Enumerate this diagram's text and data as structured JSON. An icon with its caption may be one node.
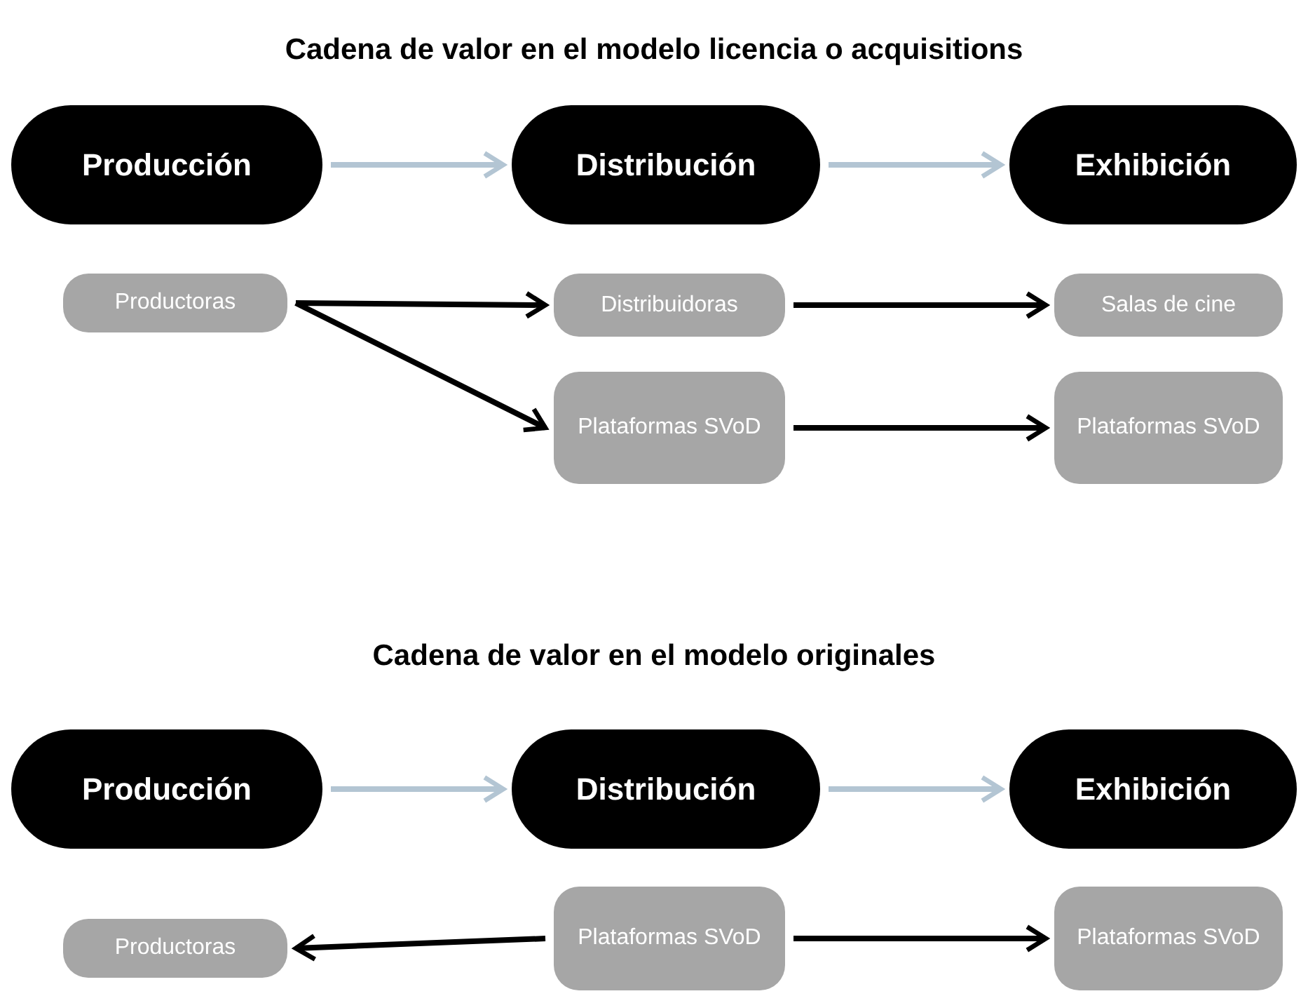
{
  "diagram": {
    "nodes": [
      {
        "text": [
          "Producción"
        ]
      },
      {
        "text": [
          "Distribución"
        ]
      },
      {
        "text": [
          "Exhibición"
        ]
      },
      {
        "text": [
          "Productoras"
        ]
      },
      {
        "text": [
          "Distribuidoras"
        ]
      },
      {
        "text": [
          "Salas de cine"
        ]
      },
      {
        "text": [
          "Plataformas SVoD"
        ]
      },
      {
        "text": [
          "Plataformas SVoD"
        ]
      },
      {
        "text": [
          "Producción"
        ]
      },
      {
        "text": [
          "Distribución"
        ]
      },
      {
        "text": [
          "Exhibición"
        ]
      },
      {
        "text": [
          "Productoras"
        ]
      },
      {
        "text": [
          "Plataformas SVoD"
        ]
      },
      {
        "text": [
          "Plataformas SVoD"
        ]
      }
    ],
    "edges": [
      {
        "from": 0,
        "to": 1,
        "arrow": "to",
        "color": "#b3c5d3"
      },
      {
        "from": 1,
        "to": 2,
        "arrow": "to",
        "color": "#b3c5d3"
      },
      {
        "from": 3,
        "to": 4,
        "arrow": "to"
      },
      {
        "from": 3,
        "to": 6,
        "arrow": "to"
      },
      {
        "from": 4,
        "to": 5,
        "arrow": "to"
      },
      {
        "from": 6,
        "to": 7,
        "arrow": "to"
      },
      {
        "from": 8,
        "to": 9,
        "arrow": "to",
        "color": "#b3c5d3"
      },
      {
        "from": 9,
        "to": 10,
        "arrow": "to",
        "color": "#b3c5d3"
      },
      {
        "from": 12,
        "to": 11,
        "arrow": "to"
      },
      {
        "from": 12,
        "to": 13,
        "arrow": "to"
      }
    ],
    "labels": [
      "Cadena de valor en el modelo licencia o acquisitions",
      "Cadena de valor en el modelo originales"
    ]
  }
}
